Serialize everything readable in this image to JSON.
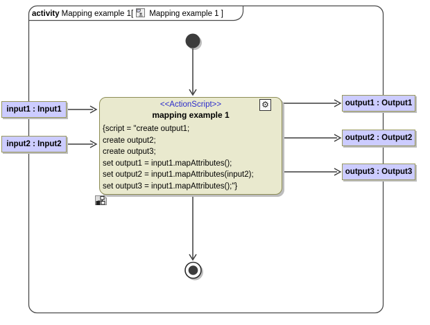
{
  "diagram": {
    "frame": {
      "keyword": "activity",
      "name": "Mapping example 1[",
      "diagram_ref": "Mapping example 1 ]"
    },
    "action_node": {
      "stereotype": "<<ActionScript>>",
      "name": "mapping example 1",
      "script_lines": [
        "{script = \"create output1;",
        "create output2;",
        "create output3;",
        "set output1 = input1.mapAttributes();",
        "set output2 = input1.mapAttributes(input2);",
        "set output3 = input1.mapAttributes();\"}"
      ]
    },
    "input_pins": [
      {
        "label": "input1 : Input1"
      },
      {
        "label": "input2 : Input2"
      }
    ],
    "output_pins": [
      {
        "label": "output1 : Output1"
      },
      {
        "label": "output2 : Output2"
      },
      {
        "label": "output3 : Output3"
      }
    ],
    "icons": {
      "gear_glyph": "⚙"
    },
    "colors": {
      "node_fill": "#E9E9CE",
      "node_border": "#8C8C55",
      "pin_fill": "#CCCCFF",
      "pin_border": "#97975C",
      "stereotype_text": "#2A2ACB",
      "edge": "#3A3A3A",
      "frame_border": "#4A4A4A",
      "shadow": "#BDBDBD",
      "node_dark": "#3C3C3C"
    }
  }
}
